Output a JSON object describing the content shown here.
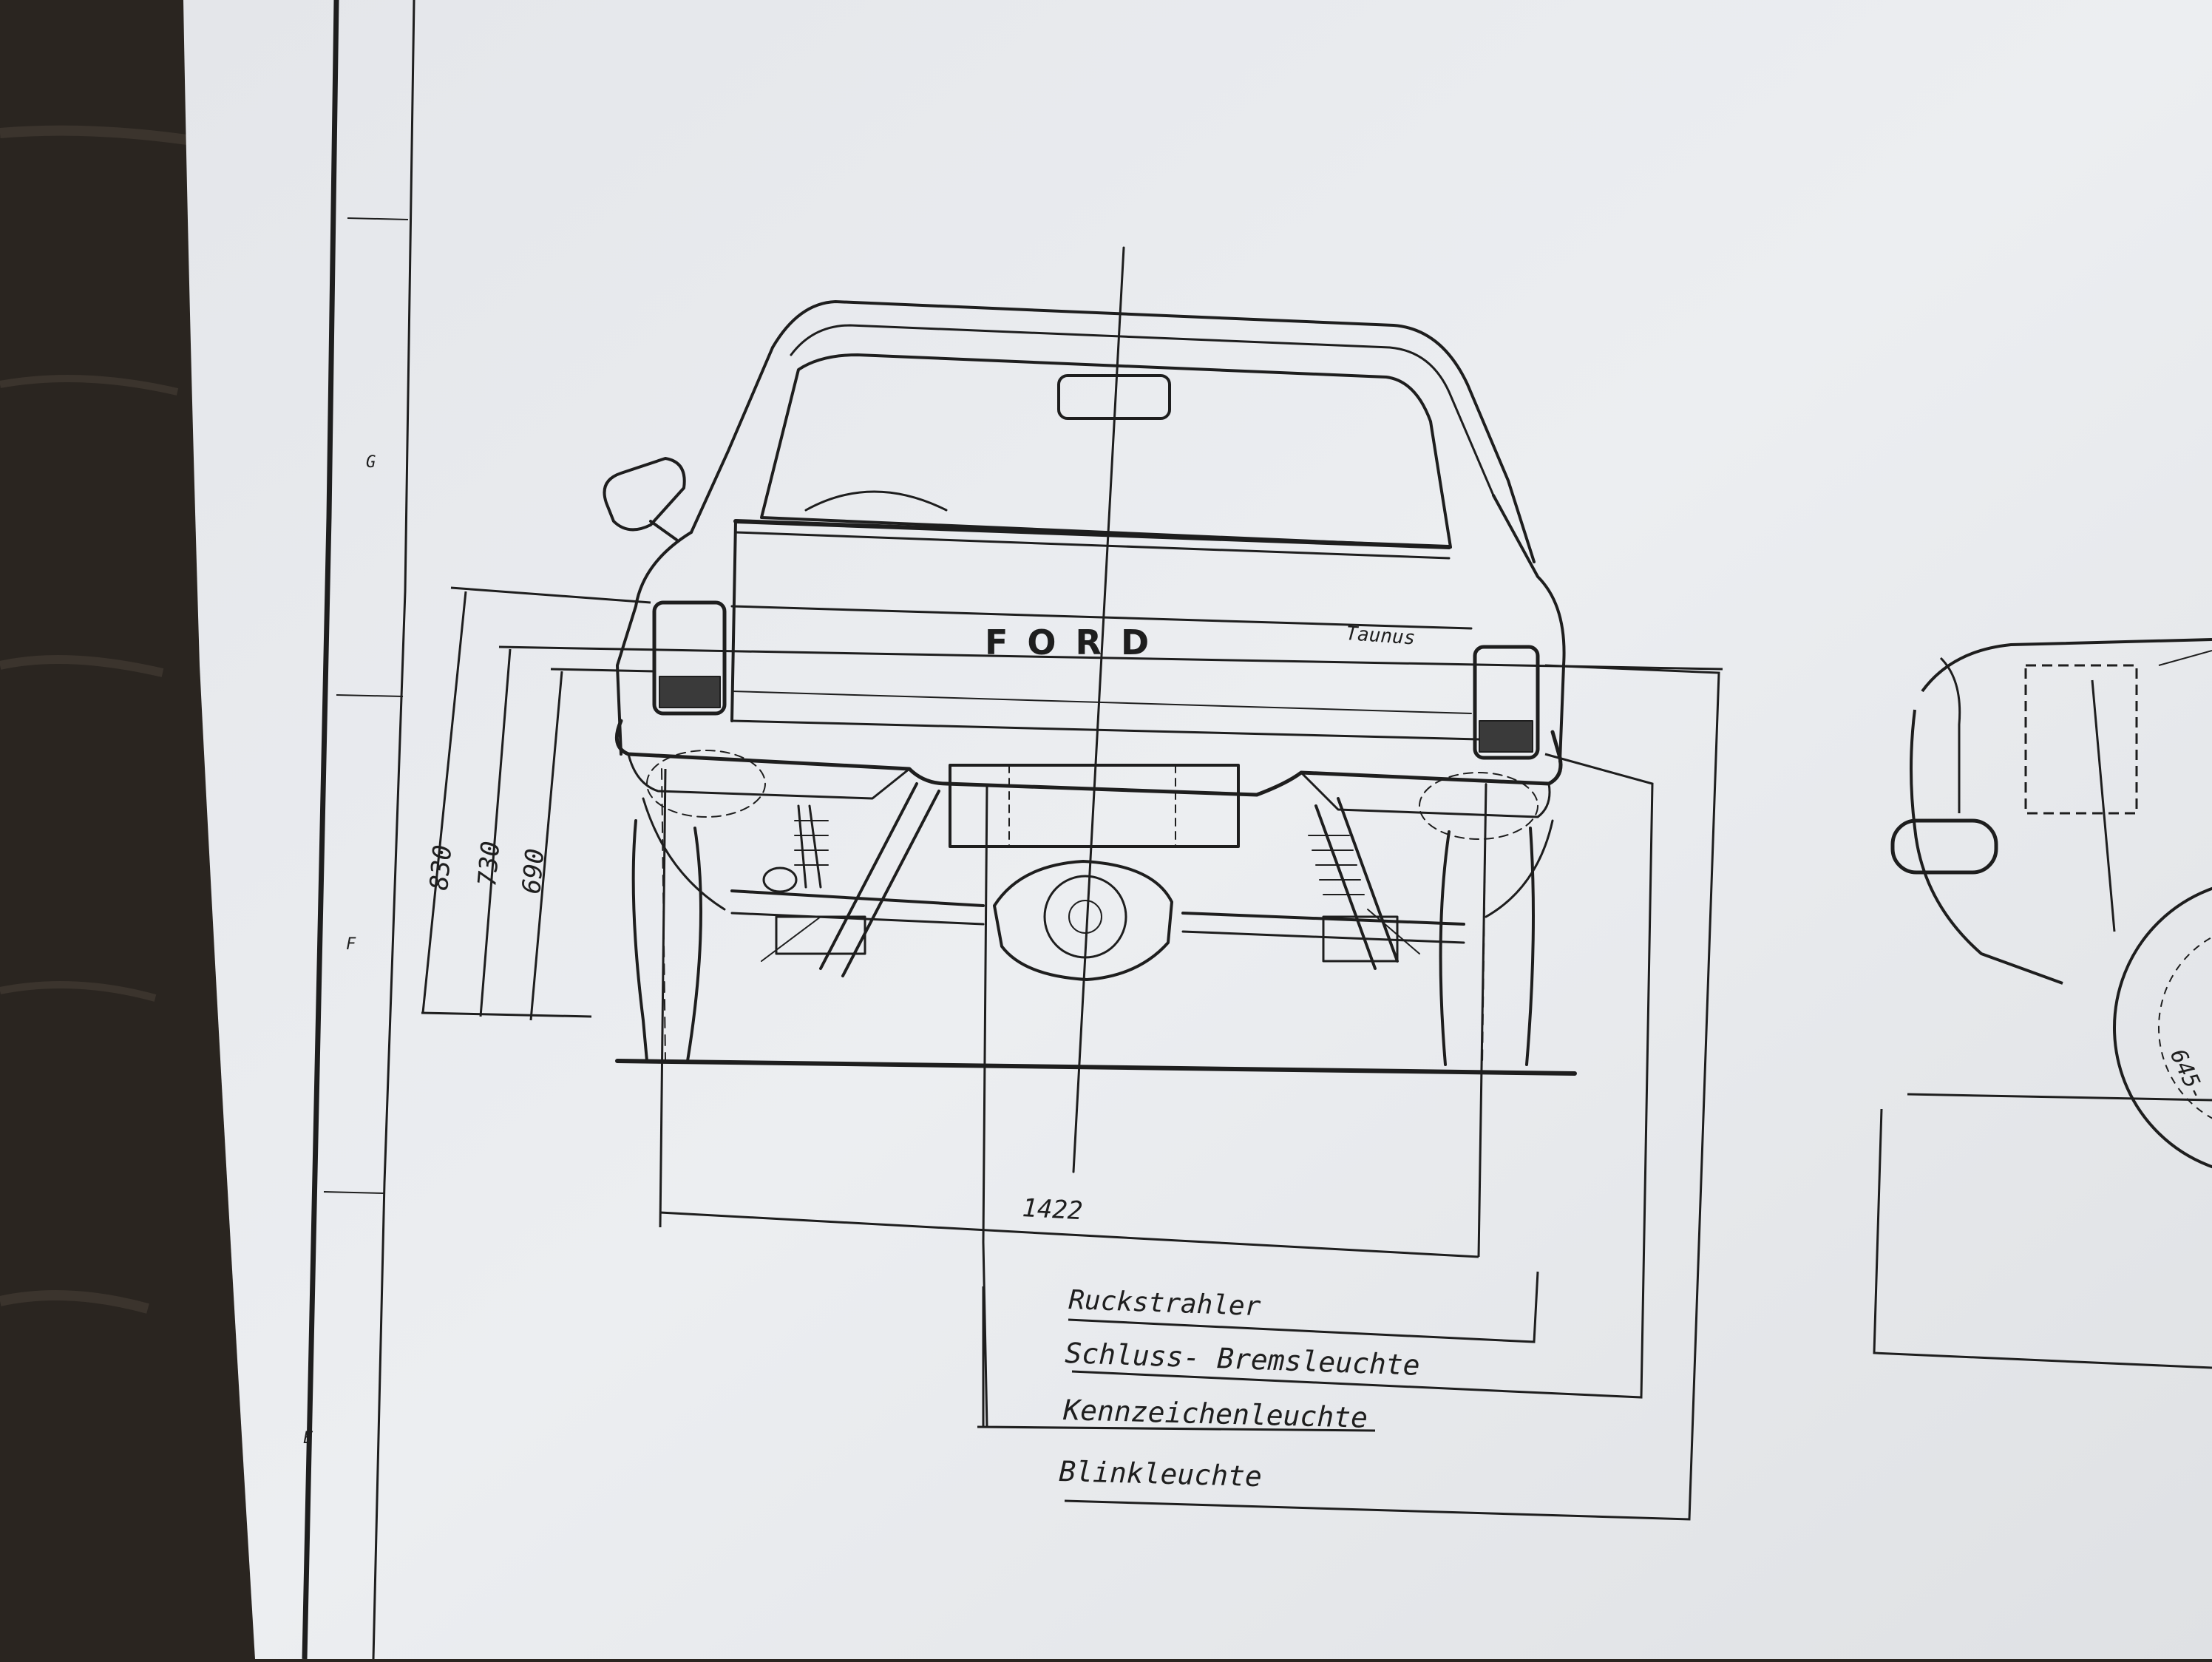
{
  "drawing": {
    "brand_badge": "FORD",
    "model_script": "Taunus",
    "frame_marks": [
      "G",
      "F",
      "E"
    ],
    "dimensions": {
      "height_overall": "830",
      "height_2": "730",
      "height_3": "690",
      "track_width": "1422",
      "side_view_partial": "645-"
    },
    "callouts": [
      "Ruckstrahler",
      "Schluss- Bremsleuchte",
      "Kennzeichenleuchte",
      "Blinkleuchte"
    ]
  },
  "colors": {
    "paper": "#e9ebee",
    "ink": "#1e1e1e",
    "desk": "#2a2520"
  }
}
